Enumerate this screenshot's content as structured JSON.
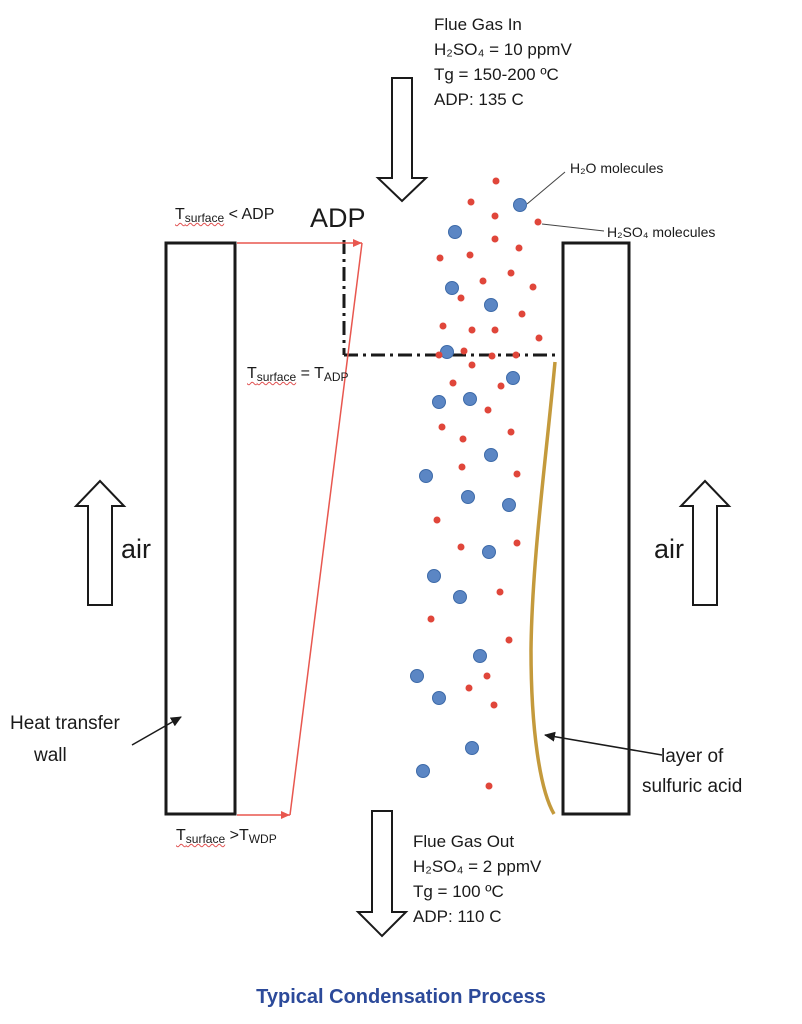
{
  "flue_in": {
    "title": "Flue Gas In",
    "h2so4": "H₂SO₄ = 10 ppmV",
    "tg": "Tg = 150-200 ºC",
    "adp": "ADP: 135 C"
  },
  "flue_out": {
    "title": "Flue Gas Out",
    "h2so4": "H₂SO₄ = 2 ppmV",
    "tg": "Tg = 100 ºC",
    "adp": "ADP: 110 C"
  },
  "labels": {
    "adp_big": "ADP",
    "h2o_molecules": "H₂O molecules",
    "h2so4_molecules": "H₂SO₄ molecules",
    "air_left": "air",
    "air_right": "air",
    "heat_wall_line1": "Heat transfer",
    "heat_wall_line2": "wall",
    "acid_line1": "layer of",
    "acid_line2": "sulfuric acid"
  },
  "temp_labels": {
    "top": {
      "t": "T",
      "sub": "surface",
      "rel": " < ",
      "rhs": "ADP"
    },
    "mid": {
      "t": "T",
      "sub": "surface",
      "rel": " = ",
      "rhs": "T",
      "rhs_sub": "ADP"
    },
    "bottom": {
      "t": "T",
      "sub": "surface",
      "rel": " >",
      "rhs": "T",
      "rhs_sub": "WDP"
    }
  },
  "caption": "Typical Condensation Process",
  "colors": {
    "h2o": "#5b86c4",
    "h2so4": "#e0463a",
    "temp_line": "#e8574f",
    "acid_layer": "#c49a3c",
    "caption": "#2c4a9a"
  }
}
